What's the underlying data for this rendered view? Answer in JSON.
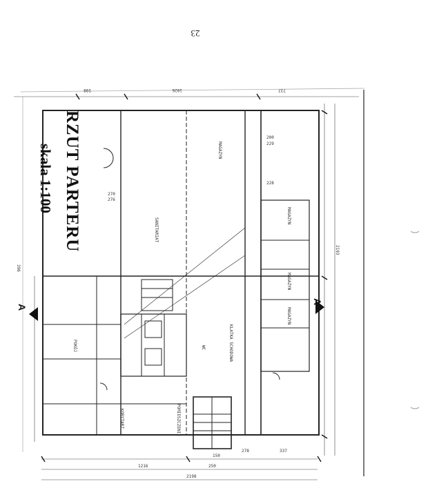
{
  "page_number": "23",
  "plan": {
    "title": "RZUT PARTERU",
    "scale": "skala 1:100",
    "section_marks": [
      "A",
      "A"
    ],
    "rooms": [
      "MAGAZYN",
      "MAGAZYN",
      "MAGAZYN",
      "MAGAZYN",
      "KLATKA SCHODOWA",
      "POKÓJ",
      "KORYTARZ",
      "SANITARIAT",
      "WC",
      "POMIESZCZENIE"
    ],
    "dimensions": [
      "598",
      "1026",
      "737",
      "2193",
      "1216",
      "2198",
      "250",
      "150",
      "278",
      "337",
      "200",
      "229",
      "228",
      "270",
      "276",
      "396"
    ]
  }
}
